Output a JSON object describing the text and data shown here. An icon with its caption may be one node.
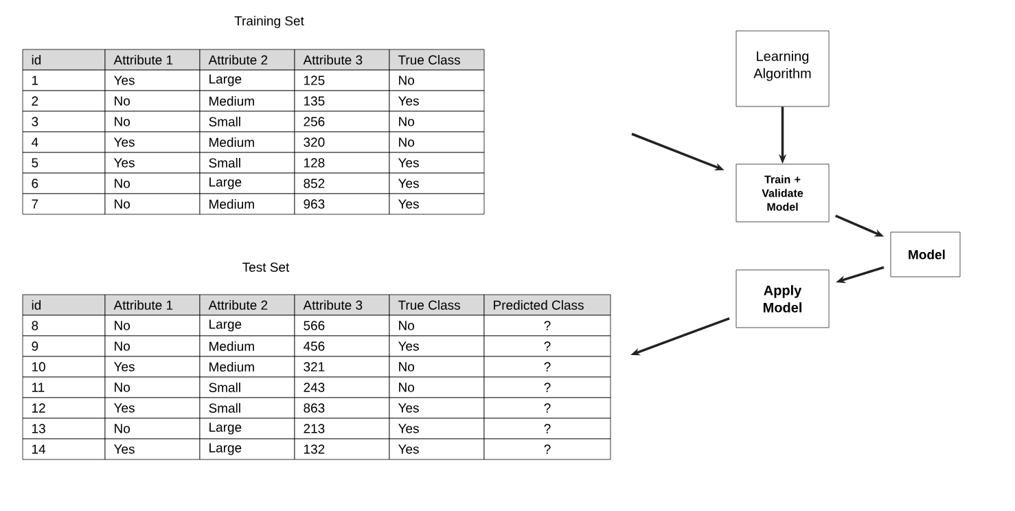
{
  "diagram": {
    "nodes": [
      {
        "text": [
          "Learning Algorithm"
        ]
      },
      {
        "text": [
          "Train + Validate Model"
        ]
      },
      {
        "text": [
          "Model"
        ]
      },
      {
        "text": [
          "Apply Model"
        ]
      }
    ],
    "edges": [
      {
        "from": 0,
        "to": 1,
        "arrow": "to"
      },
      {
        "from": null,
        "to": 1,
        "arrow": "to"
      },
      {
        "from": 1,
        "to": 2,
        "arrow": "to"
      },
      {
        "from": 2,
        "to": 3,
        "arrow": "to"
      },
      {
        "from": 3,
        "to": null,
        "arrow": "to"
      }
    ],
    "labels": [
      "Training Set",
      "id",
      "Attribute 1",
      "Attribute 2",
      "Attribute 3",
      "True Class",
      "1",
      "Yes",
      "Large",
      "125",
      "No",
      "2",
      "No",
      "Medium",
      "135",
      "Yes",
      "3",
      "No",
      "Small",
      "256",
      "No",
      "4",
      "Yes",
      "Medium",
      "320",
      "No",
      "5",
      "Yes",
      "Small",
      "128",
      "Yes",
      "6",
      "No",
      "Large",
      "852",
      "Yes",
      "7",
      "No",
      "Medium",
      "963",
      "Yes",
      "Test Set",
      "id",
      "Attribute 1",
      "Attribute 2",
      "Attribute 3",
      "True Class",
      "Predicted Class",
      "8",
      "No",
      "Large",
      "566",
      "No",
      "?",
      "9",
      "No",
      "Medium",
      "456",
      "Yes",
      "?",
      "10",
      "Yes",
      "Medium",
      "321",
      "No",
      "?",
      "11",
      "No",
      "Small",
      "243",
      "No",
      "?",
      "12",
      "Yes",
      "Small",
      "863",
      "Yes",
      "?",
      "13",
      "No",
      "Large",
      "213",
      "Yes",
      "?",
      "14",
      "Yes",
      "Large",
      "132",
      "Yes",
      "?"
    ]
  }
}
